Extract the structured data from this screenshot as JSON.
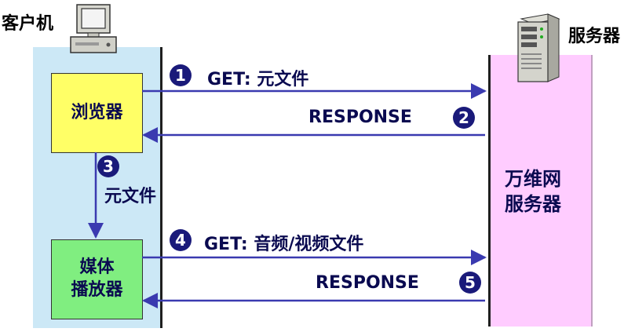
{
  "client": {
    "title": "客户机"
  },
  "server": {
    "title": "服务器",
    "box_line1": "万维网",
    "box_line2": "服务器"
  },
  "browser": {
    "label": "浏览器"
  },
  "media_player": {
    "line1": "媒体",
    "line2": "播放器"
  },
  "steps": [
    {
      "num": "1",
      "text": "GET: 元文件"
    },
    {
      "num": "2",
      "text": "RESPONSE"
    },
    {
      "num": "3",
      "text": "元文件"
    },
    {
      "num": "4",
      "text": "GET: 音频/视频文件"
    },
    {
      "num": "5",
      "text": "RESPONSE"
    }
  ],
  "colors": {
    "arrow": "#3a3ab0",
    "badge": "#1a1a7a",
    "client_panel": "#cce8f6",
    "server_panel": "#ffccff",
    "browser_box": "#ffff66",
    "media_box": "#80ee80"
  },
  "icons": {
    "client": "computer-icon",
    "server": "server-tower-icon"
  }
}
